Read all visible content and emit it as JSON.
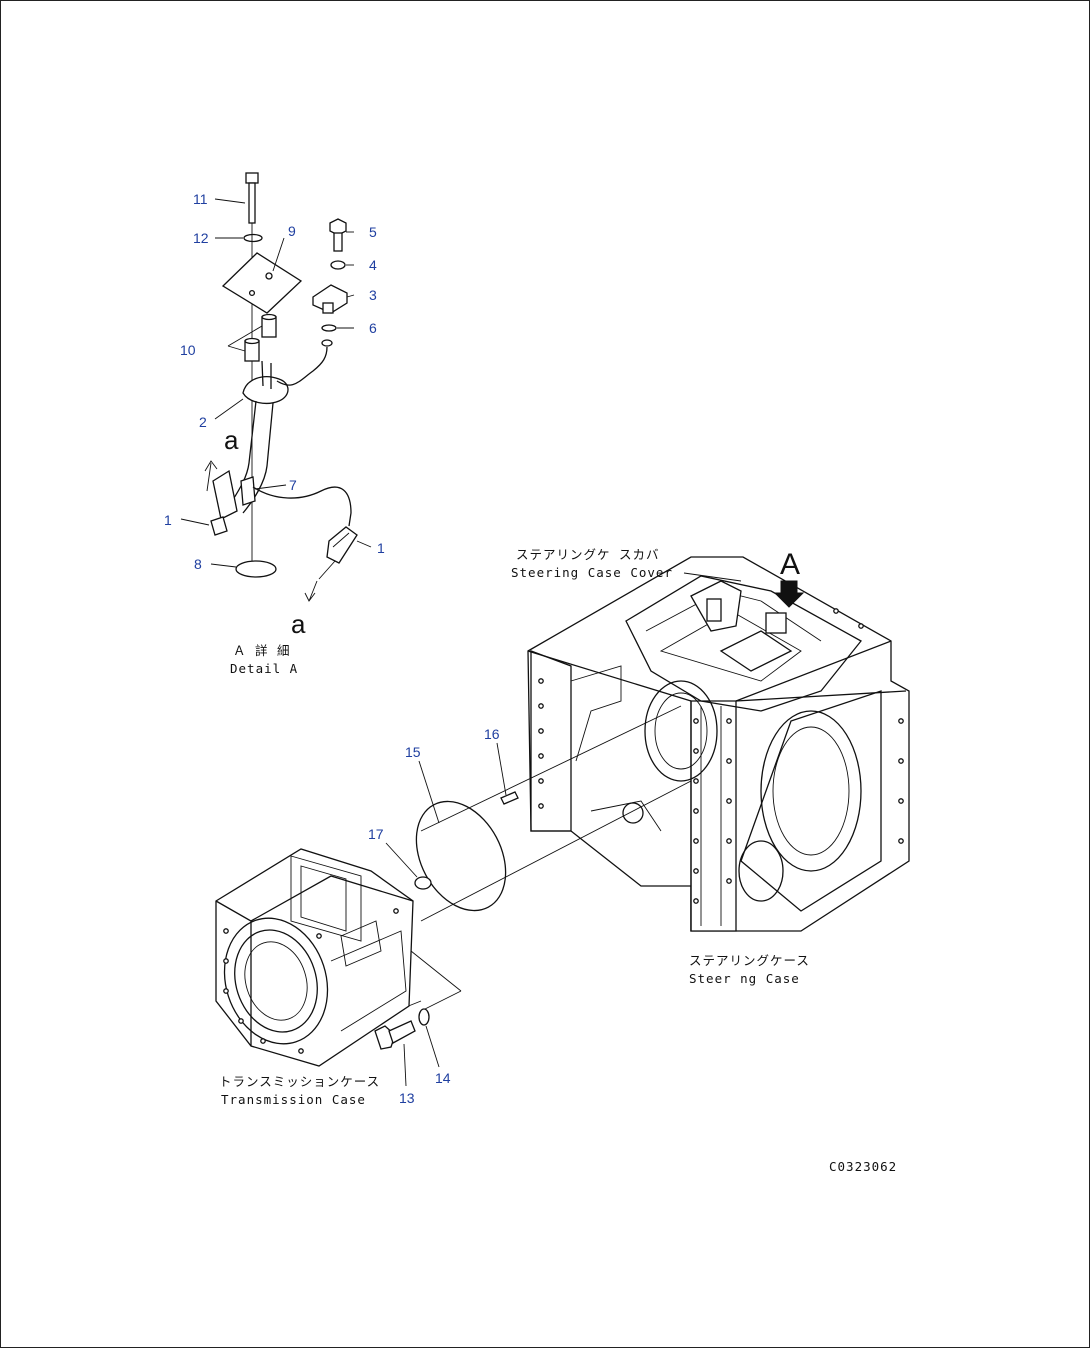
{
  "detail_view": {
    "letter_a_top": "a",
    "letter_a_bottom": "a",
    "caption_jp": "Ａ 詳 細",
    "caption_en": "Detail A"
  },
  "view_marker": "A",
  "labels": {
    "steering_case_cover_jp": "ステアリングケ スカバ",
    "steering_case_cover_en": "Steering Case Cover",
    "steering_case_jp": "ステアリングケース",
    "steering_case_en": "Steer ng Case",
    "transmission_case_jp": "トランスミッションケース",
    "transmission_case_en": "Transmission Case"
  },
  "callouts": {
    "c1a": "1",
    "c1b": "1",
    "c2": "2",
    "c3": "3",
    "c4": "4",
    "c5": "5",
    "c6": "6",
    "c7": "7",
    "c8": "8",
    "c9": "9",
    "c10": "10",
    "c11": "11",
    "c12": "12",
    "c13": "13",
    "c14": "14",
    "c15": "15",
    "c16": "16",
    "c17": "17"
  },
  "drawing_code": "C0323062",
  "colors": {
    "callout": "#1f3fa0",
    "line": "#111111"
  }
}
